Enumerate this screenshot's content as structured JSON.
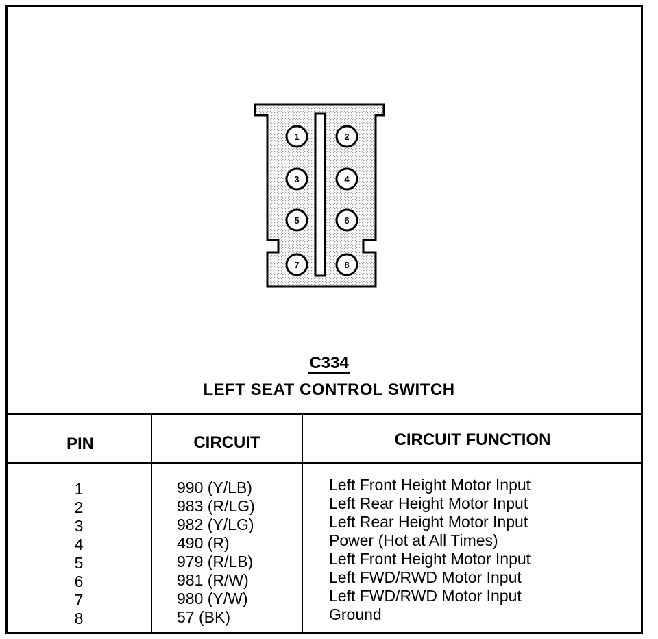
{
  "connector": {
    "id": "C334",
    "name": "LEFT SEAT CONTROL SWITCH",
    "pins": [
      "1",
      "2",
      "3",
      "4",
      "5",
      "6",
      "7",
      "8"
    ]
  },
  "table": {
    "headers": {
      "pin": "PIN",
      "circuit": "CIRCUIT",
      "function": "CIRCUIT FUNCTION"
    },
    "rows": [
      {
        "pin": "1",
        "circuit": "990 (Y/LB)",
        "function": "Left Front Height Motor Input"
      },
      {
        "pin": "2",
        "circuit": "983 (R/LG)",
        "function": "Left Rear Height Motor Input"
      },
      {
        "pin": "3",
        "circuit": "982 (Y/LG)",
        "function": "Left Rear Height Motor Input"
      },
      {
        "pin": "4",
        "circuit": "490 (R)",
        "function": "Power (Hot at All Times)"
      },
      {
        "pin": "5",
        "circuit": "979 (R/LB)",
        "function": "Left Front Height Motor Input"
      },
      {
        "pin": "6",
        "circuit": "981 (R/W)",
        "function": "Left FWD/RWD Motor Input"
      },
      {
        "pin": "7",
        "circuit": "980 (Y/W)",
        "function": "Left FWD/RWD Motor Input"
      },
      {
        "pin": "8",
        "circuit": "57 (BK)",
        "function": "Ground"
      }
    ]
  }
}
